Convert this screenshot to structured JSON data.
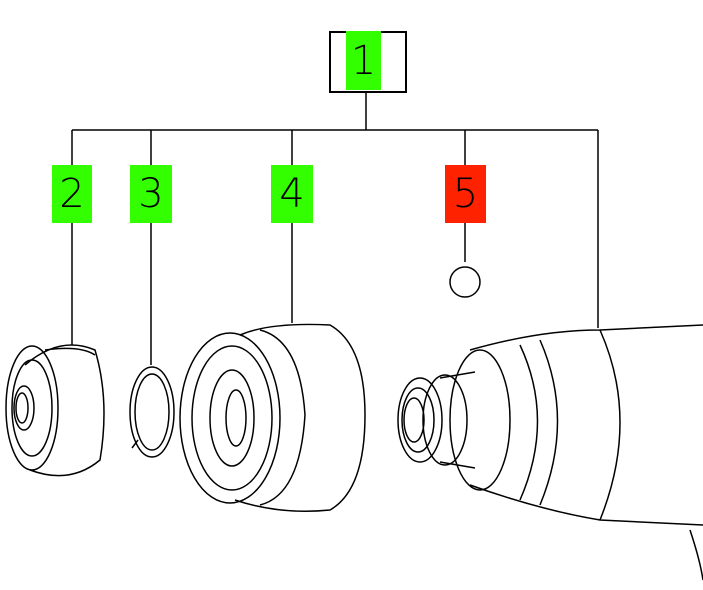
{
  "colors": {
    "ok": "#33ff00",
    "missing": "#ff2200"
  },
  "callouts": [
    {
      "number": "1",
      "status": "ok"
    },
    {
      "number": "2",
      "status": "ok"
    },
    {
      "number": "3",
      "status": "ok"
    },
    {
      "number": "4",
      "status": "ok"
    },
    {
      "number": "5",
      "status": "missing"
    }
  ]
}
